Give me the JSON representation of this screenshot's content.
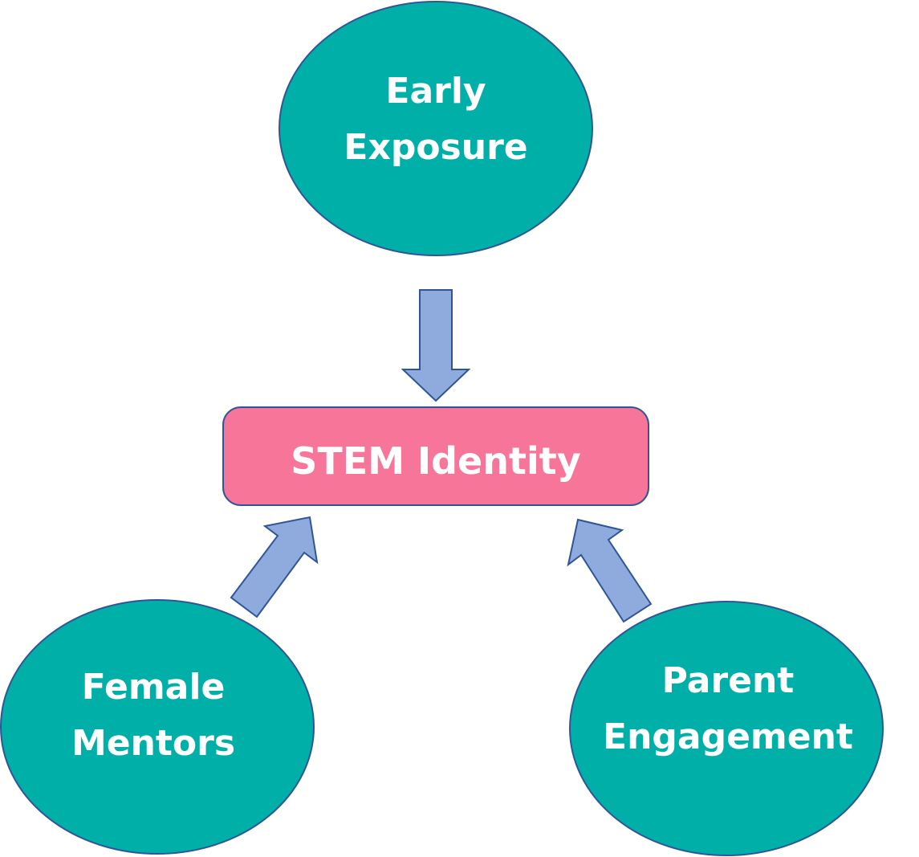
{
  "nodes": {
    "early_exposure": {
      "line1": "Early",
      "line2": "Exposure"
    },
    "stem_identity": {
      "label": "STEM Identity"
    },
    "female_mentors": {
      "line1": "Female",
      "line2": "Mentors"
    },
    "parent_engagement": {
      "line1": "Parent",
      "line2": "Engagement"
    }
  },
  "colors": {
    "ellipse_fill": "#00B0A8",
    "ellipse_stroke": "#2F5597",
    "box_fill": "#F67598",
    "arrow_fill": "#8FAADC",
    "arrow_stroke": "#2F5597"
  }
}
